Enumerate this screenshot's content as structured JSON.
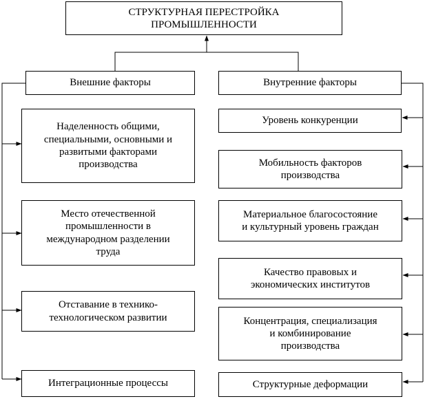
{
  "title": "СТРУКТУРНАЯ ПЕРЕСТРОЙКА\nПРОМЫШЛЕННОСТИ",
  "external": {
    "heading": "Внешние факторы",
    "items": [
      "Наделенность общими,\nспециальными, основными и\nразвитыми факторами\nпроизводства",
      "Место отечественной\nпромышленности в\nмеждународном разделении\nтруда",
      "Отставание в технико-\nтехнологическом развитии",
      "Интеграционные процессы"
    ]
  },
  "internal": {
    "heading": "Внутренние факторы",
    "items": [
      "Уровень конкуренции",
      "Мобильность факторов\nпроизводства",
      "Материальное благосостояние\nи культурный уровень граждан",
      "Качество правовых и\nэкономических институтов",
      "Концентрация, специализация\nи комбинирование\nпроизводства",
      "Структурные деформации"
    ]
  },
  "colors": {
    "line": "#000000",
    "box_border": "#000000",
    "background": "#ffffff"
  }
}
